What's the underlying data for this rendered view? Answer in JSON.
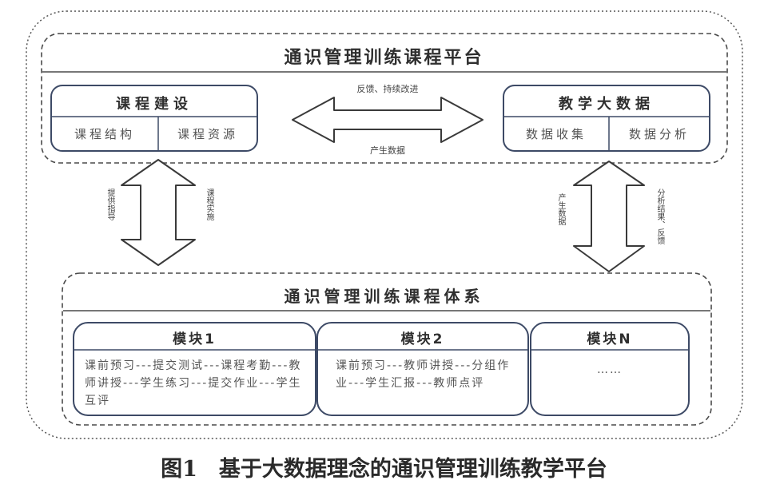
{
  "platform": {
    "title": "通识管理训练课程平台",
    "course_building": {
      "title": "课程建设",
      "cells": [
        "课程结构",
        "课程资源"
      ]
    },
    "big_data": {
      "title": "教学大数据",
      "cells": [
        "数据收集",
        "数据分析"
      ]
    },
    "arrow_top_label": "反馈、持续改进",
    "arrow_bottom_label": "产生数据"
  },
  "left_arrow_labels": [
    "提供指导",
    "课程实施"
  ],
  "right_arrow_labels": [
    "产生数据",
    "分析结果、反馈"
  ],
  "system": {
    "title": "通识管理训练课程体系",
    "modules": [
      {
        "title": "模块1",
        "text": "课前预习---提交测试---课程考勤---教师讲授---学生练习---提交作业---学生互评"
      },
      {
        "title": "模块2",
        "text": "课前预习---教师讲授---分组作业---学生汇报---教师点评"
      },
      {
        "title": "模块N",
        "text": "……"
      }
    ]
  },
  "caption": "图1　基于大数据理念的通识管理训练教学平台"
}
